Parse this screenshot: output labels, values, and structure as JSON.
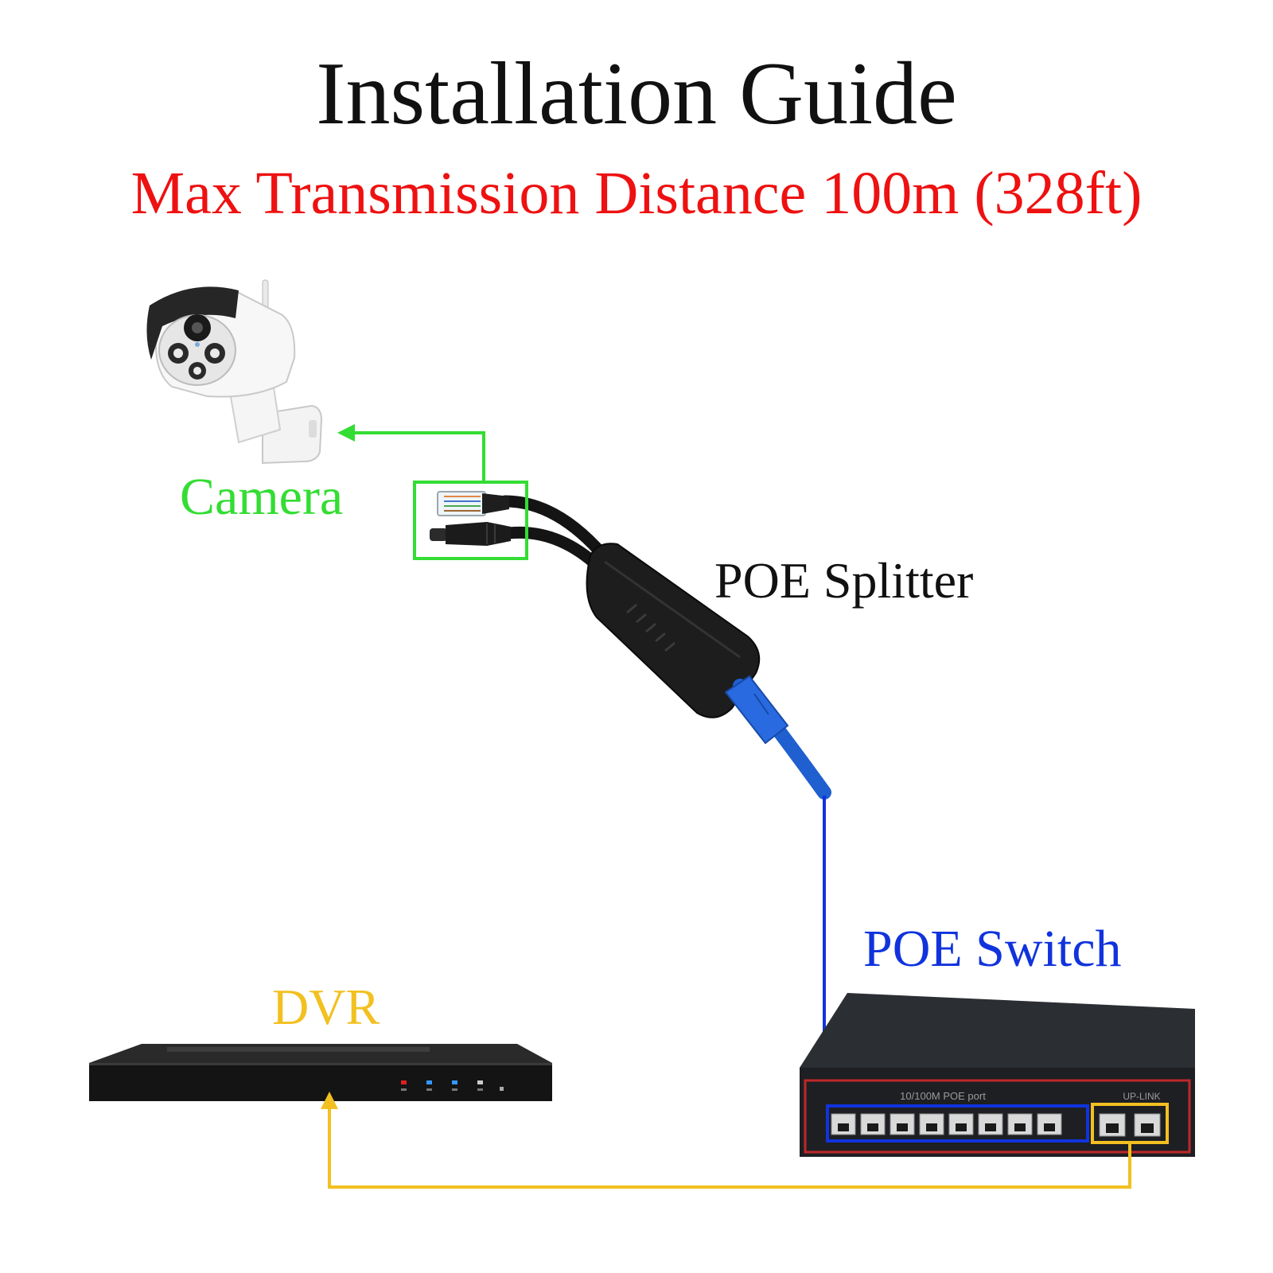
{
  "title": "Installation Guide",
  "subtitle": "Max Transmission Distance 100m (328ft)",
  "nodes": {
    "camera": {
      "label": "Camera"
    },
    "splitter": {
      "label": "POE Splitter"
    },
    "switch": {
      "label": "POE Switch",
      "port_group_label": "10/100M POE port",
      "uplink_label": "UP-LINK"
    },
    "dvr": {
      "label": "DVR"
    }
  },
  "connections": [
    {
      "from": "splitter",
      "to": "camera",
      "color_name": "green"
    },
    {
      "from": "splitter",
      "to": "switch",
      "color_name": "blue"
    },
    {
      "from": "switch",
      "to": "dvr",
      "color_name": "yellow"
    }
  ],
  "colors": {
    "title": "#111111",
    "subtitle": "#ee1111",
    "camera": "#33dd33",
    "switch": "#1133dd",
    "dvr": "#f2c020",
    "splitter_label": "#111111"
  }
}
